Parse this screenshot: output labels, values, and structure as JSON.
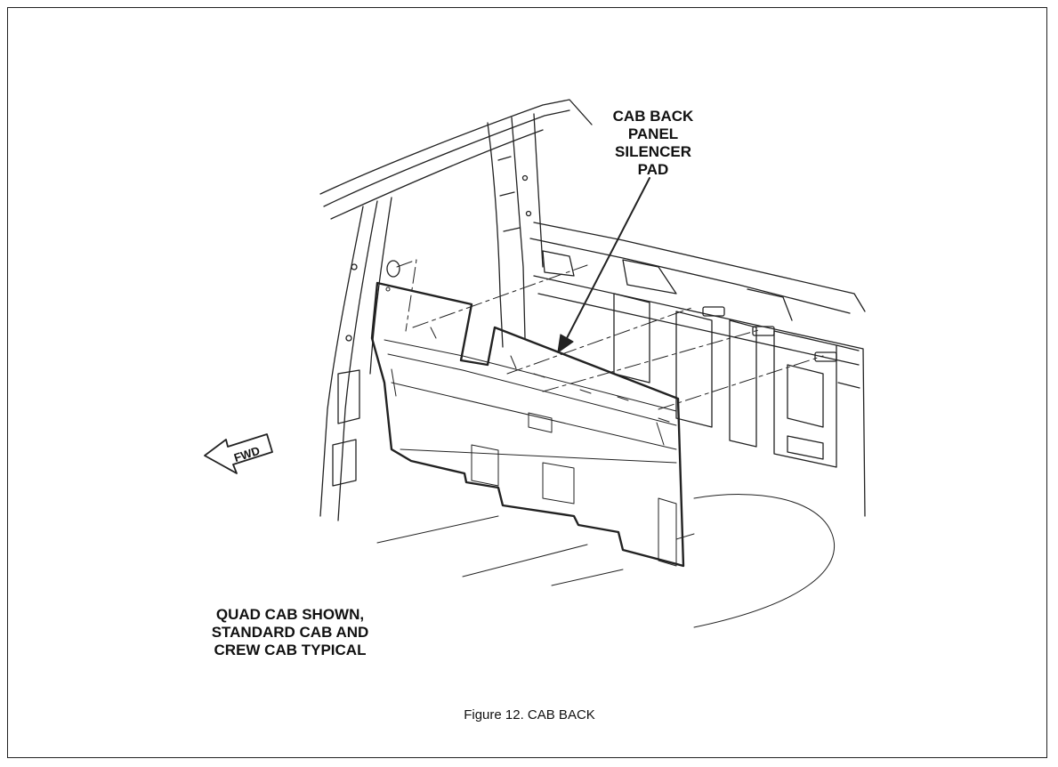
{
  "callout": {
    "lines": [
      "CAB BACK",
      "PANEL",
      "SILENCER",
      "PAD"
    ]
  },
  "note": {
    "lines": [
      "QUAD CAB SHOWN,",
      "STANDARD CAB AND",
      "CREW CAB TYPICAL"
    ]
  },
  "direction_arrow": {
    "label": "FWD"
  },
  "caption": "Figure 12.  CAB BACK"
}
